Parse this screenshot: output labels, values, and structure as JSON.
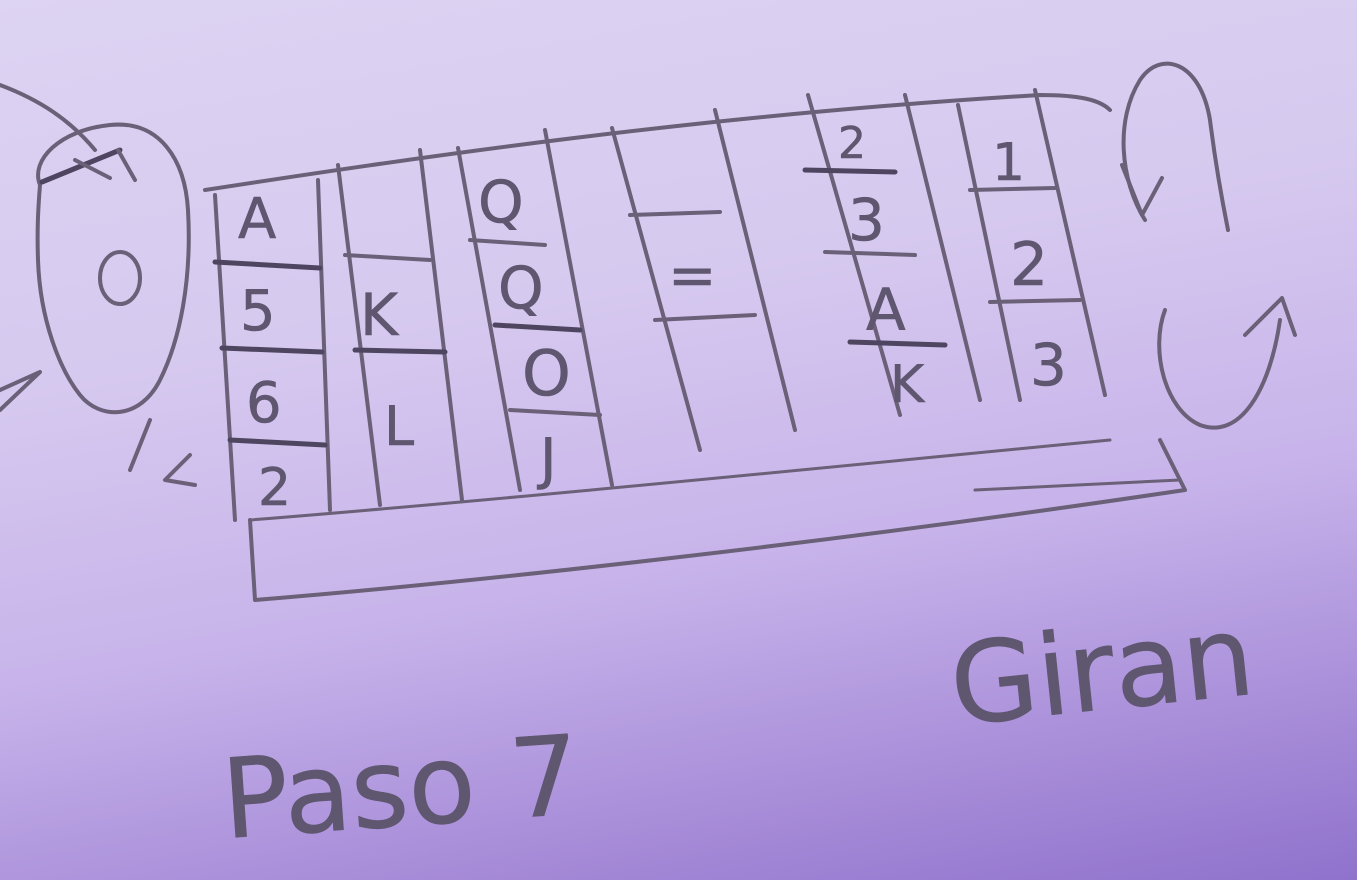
{
  "drawing": {
    "step_label": "Paso 7",
    "action_label": "Giran",
    "reels": [
      [
        "A",
        "5",
        "6",
        "2"
      ],
      [
        "",
        "K",
        "L",
        ""
      ],
      [
        "Q",
        "Q",
        "O",
        "J"
      ],
      [
        "",
        "=",
        "",
        ""
      ],
      [
        "2",
        "3",
        "A",
        "K"
      ],
      [
        "1",
        "2",
        "3",
        ""
      ]
    ],
    "icons": [
      "character-head-icon",
      "spin-arrows-icon"
    ],
    "ink_color": "#5f5670",
    "paper_color": "#d6c9ef"
  }
}
